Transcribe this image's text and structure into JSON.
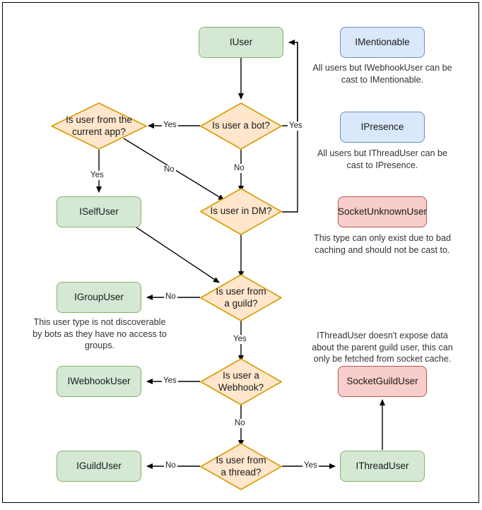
{
  "diagram": {
    "title": "Discord.Net user interface type decision flowchart",
    "colors": {
      "green_fill": "#d5e8d4",
      "green_stroke": "#82b366",
      "blue_fill": "#dae8fc",
      "blue_stroke": "#6c8ebf",
      "red_fill": "#f8cecc",
      "red_stroke": "#b85450",
      "orange_fill": "#ffe6cc",
      "orange_stroke": "#d79b00",
      "edge_stroke": "#000000",
      "page_border": "#000000",
      "background": "#ffffff"
    },
    "nodes": {
      "iuser": "IUser",
      "is_user_a_bot": "Is user a bot?",
      "is_user_from_current_app": "Is user from the current app?",
      "is_user_in_dm": "Is user in DM?",
      "iselfuser": "ISelfUser",
      "is_user_from_guild": "Is user from a guild?",
      "igroupuser": "IGroupUser",
      "is_user_a_webhook": "Is user a Webhook?",
      "iwebhookuser": "IWebhookUser",
      "is_user_from_thread": "Is user from a thread?",
      "iguilduser": "IGuildUser",
      "ithreaduser": "IThreadUser",
      "imentionable": "IMentionable",
      "ipresence": "IPresence",
      "socketunknownuser": "SocketUnknownUser",
      "socketguilduser": "SocketGuildUser"
    },
    "edge_labels": {
      "bot_yes": "Yes",
      "bot_no": "No",
      "current_app_yes": "Yes",
      "current_app_no": "No",
      "dm_yes": "Yes",
      "guild_no": "No",
      "guild_yes": "Yes",
      "webhook_yes": "Yes",
      "webhook_no": "No",
      "thread_no": "No",
      "thread_yes": "Yes"
    },
    "notes": {
      "imentionable_note": "All users but IWebhookUser can be cast to IMentionable.",
      "ipresence_note": "All users but IThreadUser can be cast to IPresence.",
      "socketunknownuser_note": "This type can only exist due to bad caching and should not be cast to.",
      "igroupuser_note": "This user type is not discoverable by bots as they have no access to groups.",
      "socketguilduser_note": "IThreadUser doesn't expose data about the parent guild user, this can only be fetched from socket cache."
    }
  }
}
